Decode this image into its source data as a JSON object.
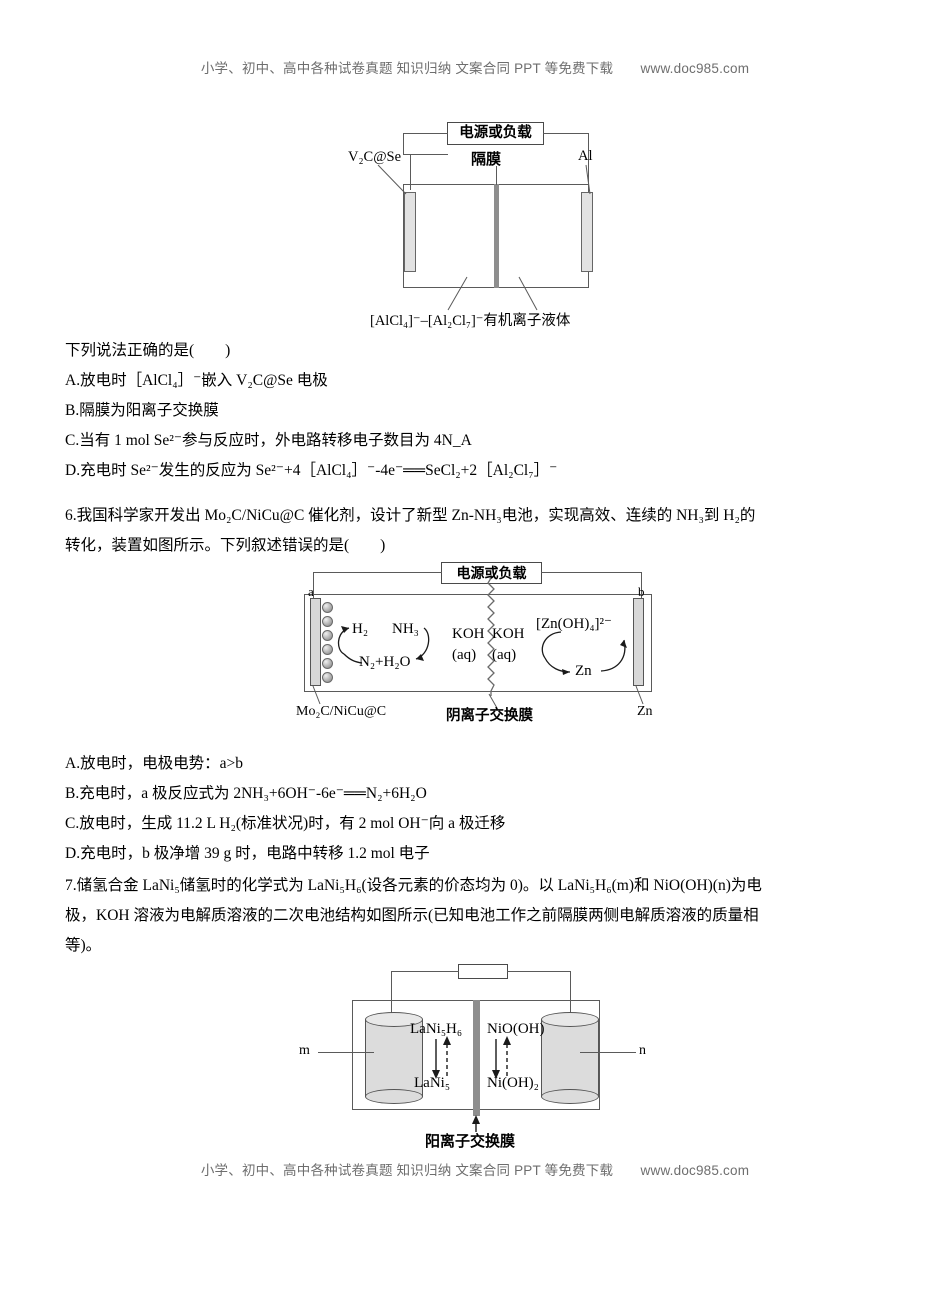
{
  "watermark": {
    "top": "小学、初中、高中各种试卷真题 知识归纳 文案合同 PPT 等免费下载　　www.doc985.com",
    "bottom": "小学、初中、高中各种试卷真题 知识归纳 文案合同 PPT 等免费下载　　www.doc985.com"
  },
  "figure1": {
    "power_source": "电源或负载",
    "left_electrode": "V₂C@Se",
    "separator": "隔膜",
    "right_electrode": "Al",
    "electrolyte": "[AlCl₄]⁻–[Al₂Cl₇]⁻有机离子液体"
  },
  "question5": {
    "stem": "下列说法正确的是(　　)",
    "options": [
      "A.放电时［AlCl₄］⁻嵌入 V₂C@Se 电极",
      "B.隔膜为阳离子交换膜",
      "C.当有 1 mol Se²⁻参与反应时，外电路转移电子数目为 4N_A",
      "D.充电时 Se²⁻发生的反应为 Se²⁻+4［AlCl₄］⁻-4e⁻══SeCl₂+2［Al₂Cl₇］⁻"
    ]
  },
  "question6": {
    "stem_line1": "6.我国科学家开发出 Mo₂C/NiCu@C 催化剂，设计了新型 Zn‑NH₃电池，实现高效、连续的 NH₃到 H₂的",
    "stem_line2": "转化，装置如图所示。下列叙述错误的是(　　)",
    "options": [
      "A.放电时，电极电势：a>b",
      "B.充电时，a 极反应式为 2NH₃+6OH⁻-6e⁻══N₂+6H₂O",
      "C.放电时，生成 11.2 L H₂(标准状况)时，有 2 mol OH⁻向 a 极迁移",
      "D.充电时，b 极净增 39 g 时，电路中转移 1.2 mol 电子"
    ]
  },
  "figure2": {
    "power_source": "电源或负载",
    "terminal_a": "a",
    "terminal_b": "b",
    "left_electrode_label": "Mo₂C/NiCu@C",
    "right_electrode_label": "Zn",
    "membrane_label": "阴离子交换膜",
    "electrolyte_left_line1": "KOH",
    "electrolyte_left_line2": "(aq)",
    "electrolyte_right_line1": "KOH",
    "electrolyte_right_line2": "(aq)",
    "species_h2": "H₂",
    "species_nh3": "NH₃",
    "species_n2h2o": "N₂+H₂O",
    "species_znoh4": "[Zn(OH)₄]²⁻",
    "species_zn": "Zn"
  },
  "question7": {
    "line1": "7.储氢合金 LaNi₅储氢时的化学式为 LaNi₅H₆(设各元素的价态均为 0)。以 LaNi₅H₆(m)和 NiO(OH)(n)为电",
    "line2": "极，KOH 溶液为电解质溶液的二次电池结构如图所示(已知电池工作之前隔膜两侧电解质溶液的质量相",
    "line3": "等)。"
  },
  "figure3": {
    "terminal_m": "m",
    "terminal_n": "n",
    "left_top": "LaNi₅H₆",
    "left_bottom": "LaNi₅",
    "right_top": "NiO(OH)",
    "right_bottom": "Ni(OH)₂",
    "membrane_label": "阳离子交换膜"
  },
  "colors": {
    "line": "#5a5a5a",
    "electrode_fill": "#dcdcdc",
    "separator": "#8e8e8e",
    "watermark_text": "#6e6e6e"
  }
}
